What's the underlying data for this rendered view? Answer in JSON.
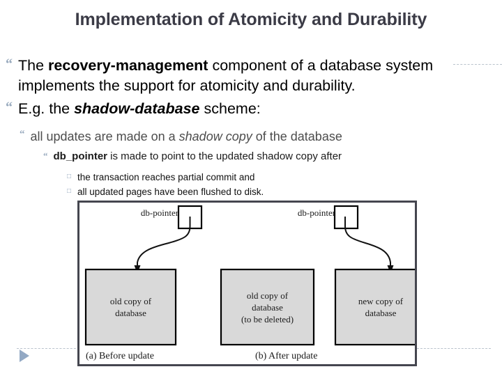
{
  "slide": {
    "title": "Implementation of Atomicity and Durability",
    "title_color": "#3b3b46",
    "background_color": "#ffffff"
  },
  "bullets": {
    "level1": [
      {
        "marker": "“",
        "segments": [
          {
            "text": "The ",
            "style": "normal"
          },
          {
            "text": "recovery-management",
            "style": "bold"
          },
          {
            "text": " component of a database system implements the support for atomicity and durability.",
            "style": "normal"
          }
        ],
        "plain": "The recovery-management component of a database system implements the support for atomicity and durability."
      },
      {
        "marker": "“",
        "segments": [
          {
            "text": "E.g. the ",
            "style": "normal"
          },
          {
            "text": "shadow-database",
            "style": "bold-italic"
          },
          {
            "text": " scheme:",
            "style": "normal"
          }
        ],
        "plain": "E.g. the shadow-database scheme:"
      }
    ],
    "level2": [
      {
        "marker": "“",
        "segments": [
          {
            "text": "all updates are made on a ",
            "style": "normal"
          },
          {
            "text": "shadow copy",
            "style": "italic"
          },
          {
            "text": " of the database",
            "style": "normal"
          }
        ],
        "plain": "all updates are made on a shadow copy of the database"
      }
    ],
    "level3": [
      {
        "marker": "“",
        "segments": [
          {
            "text": "db_pointer",
            "style": "bold"
          },
          {
            "text": " is made to point to the updated shadow copy  after",
            "style": "normal"
          }
        ],
        "plain": "db_pointer is made to point to the updated shadow copy  after"
      }
    ],
    "level4": [
      {
        "marker": "□",
        "plain": "the transaction reaches partial commit and"
      },
      {
        "marker": "□",
        "plain": "all updated pages have been flushed to disk."
      }
    ],
    "marker_color": "#97a9bd"
  },
  "figure": {
    "frame_color": "#45464f",
    "box_fill": "#d9d9d9",
    "pointer_label_left": "db-pointer",
    "pointer_label_right": "db-pointer",
    "boxes": [
      {
        "id": "old-copy-before",
        "lines": [
          "old copy of",
          "database"
        ]
      },
      {
        "id": "old-copy-deleted",
        "lines": [
          "old copy of",
          "database",
          "(to be deleted)"
        ]
      },
      {
        "id": "new-copy-after",
        "lines": [
          "new copy of",
          "database"
        ]
      }
    ],
    "captions": [
      {
        "id": "caption-a",
        "text": "(a) Before update"
      },
      {
        "id": "caption-b",
        "text": "(b) After update"
      }
    ]
  },
  "decorations": {
    "triangle_bullet_color": "#93a9c4",
    "dash_rule_color": "#b9c2cc"
  }
}
